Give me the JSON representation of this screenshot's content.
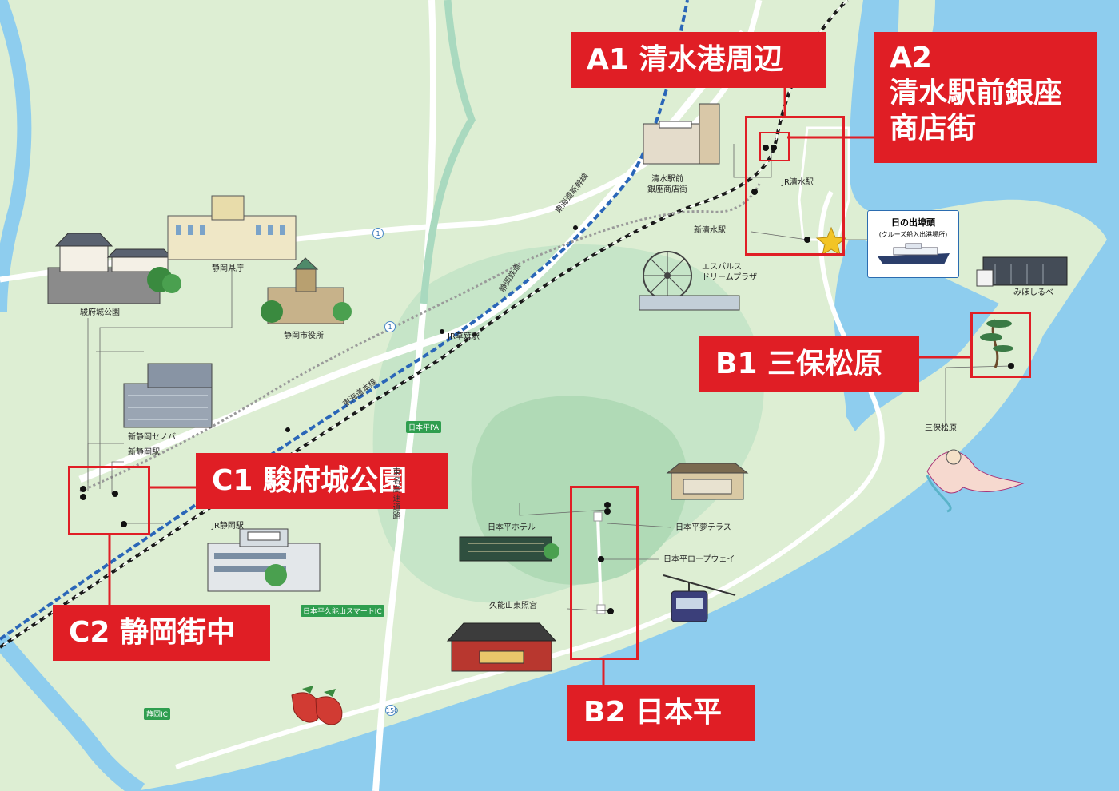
{
  "areas": {
    "a1": "A1 清水港周辺",
    "a2": [
      "A2",
      "清水駅前銀座",
      "商店街"
    ],
    "b1": "B1 三保松原",
    "b2": "B2 日本平",
    "c1": "C1 駿府城公園",
    "c2": "C2 静岡街中"
  },
  "places": {
    "shimizu_ginza": [
      "清水駅前",
      "銀座商店街"
    ],
    "jr_shimizu": "JR清水駅",
    "shin_shimizu": "新清水駅",
    "s_pulse": [
      "エスパルス",
      "ドリームプラザ"
    ],
    "hinode": "日の出埠頭",
    "hinode_sub": "(クルーズ船入出港場所)",
    "mihashirube": "みほしるべ",
    "miho_matsubara": "三保松原",
    "prefecture_office": "静岡県庁",
    "city_hall": "静岡市役所",
    "sunpu_park": "駿府城公園",
    "jr_kusanagi": "JR草薙駅",
    "cenova": "新静岡セノバ",
    "shin_shizuoka": "新静岡駅",
    "jr_shizuoka": "JR静岡駅",
    "nihondaira_hotel": "日本平ホテル",
    "yume_terrace": "日本平夢テラス",
    "ropeway": "日本平ロープウェイ",
    "toshogu": "久能山東照宮"
  },
  "lines": {
    "shinkansen": "東海道新幹線",
    "honsen": "東海道本線",
    "shizutetsu": "静岡鉄道",
    "tomei": "東名高速道路"
  },
  "road_badges": {
    "pa": "日本平PA",
    "smart_ic": "日本平久能山スマートIC",
    "ic": "静岡IC"
  },
  "route_numbers": [
    "1",
    "1",
    "150"
  ],
  "icons": [
    "castle",
    "prefecture-building",
    "city-hall",
    "cenova-building",
    "station-building",
    "shopping-street",
    "ferris-wheel",
    "cruise-ship",
    "museum-building",
    "pine-tree",
    "angel-figure",
    "hotel",
    "terrace-building",
    "ropeway-gondola",
    "shrine",
    "strawberry",
    "star"
  ],
  "colors": {
    "accent": "#e01e25",
    "sea": "#8ecdee",
    "land": "#ddeed3",
    "hill": "#bfe0c2"
  }
}
